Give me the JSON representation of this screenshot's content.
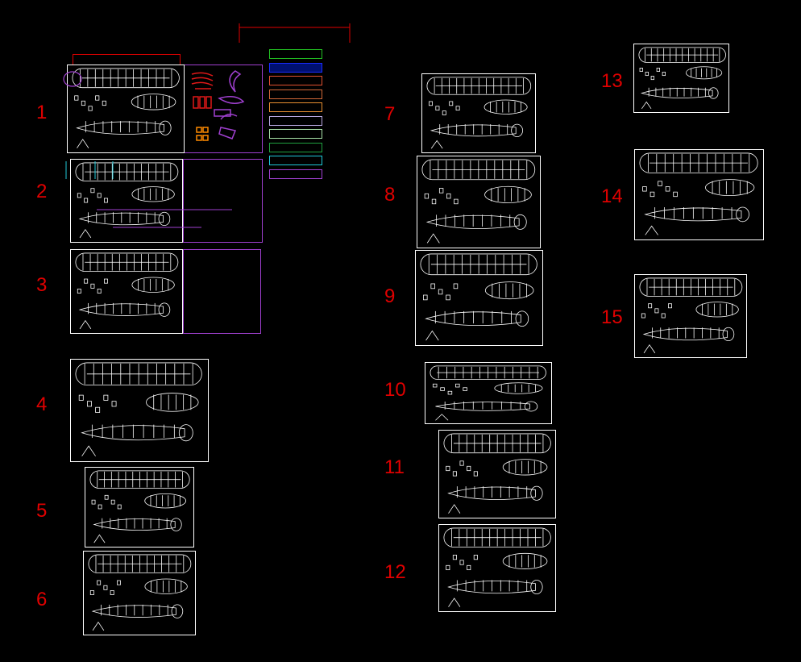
{
  "sheet_labels": [
    "1",
    "2",
    "3",
    "4",
    "5",
    "6",
    "7",
    "8",
    "9",
    "10",
    "11",
    "12",
    "13",
    "14",
    "15"
  ],
  "colors": {
    "background": "#000000",
    "label": "#e00000",
    "line": "#ffffff",
    "frame": "#a040d0",
    "redline": "#e00000"
  },
  "swatches": [
    "#22c022",
    "#1a2cff",
    "#e05030",
    "#d06838",
    "#e89030",
    "#b8a8e0",
    "#a8e0a8",
    "#20a040",
    "#20c8d8",
    "#a040d0"
  ]
}
